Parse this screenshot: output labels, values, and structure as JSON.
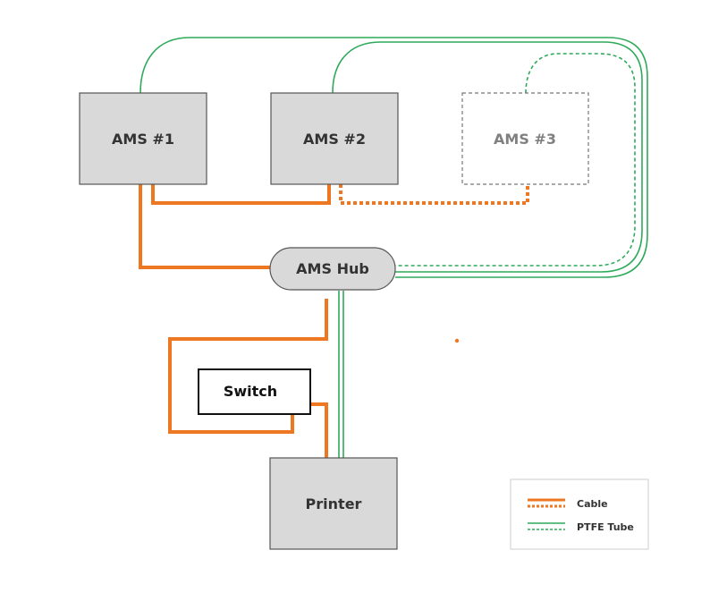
{
  "nodes": {
    "ams1": "AMS #1",
    "ams2": "AMS #2",
    "ams3": "AMS #3",
    "hub": "AMS Hub",
    "switch": "Switch",
    "printer": "Printer"
  },
  "legend": {
    "cable": "Cable",
    "ptfe": "PTFE Tube"
  },
  "colors": {
    "cable": "#ee7722",
    "ptfe": "#2eaa5a",
    "box_fill": "#d9d9d9",
    "box_stroke": "#555555",
    "optional_stroke": "#777777",
    "optional_text": "#808080"
  }
}
